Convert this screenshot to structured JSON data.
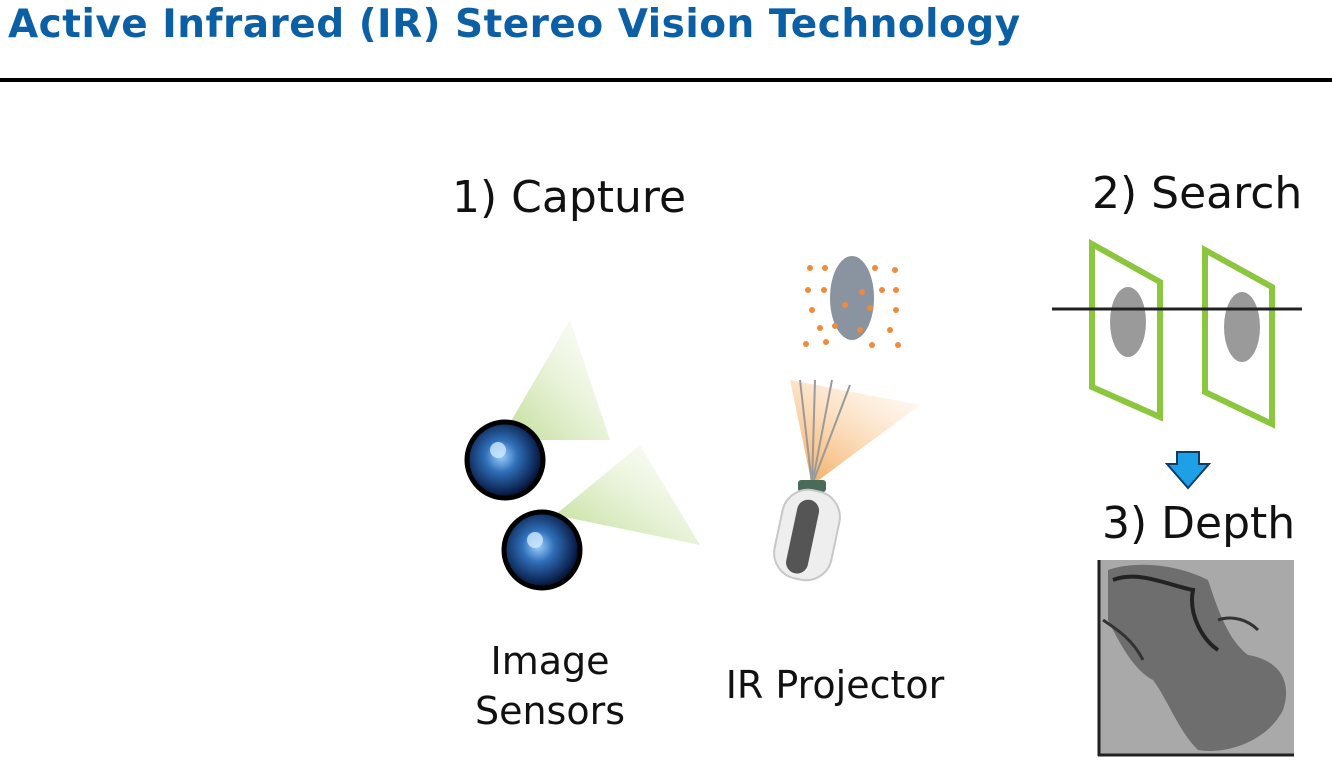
{
  "title": "Active Infrared (IR) Stereo Vision Technology",
  "colors": {
    "title": "#0b5fa5",
    "frame_green": "#8cc63f",
    "ir_orange": "#f39a3c",
    "arrow_blue": "#1ea0e6"
  },
  "steps": {
    "capture": "1) Capture",
    "search": "2) Search",
    "depth": "3) Depth"
  },
  "captions": {
    "image_sensors_line1": "Image",
    "image_sensors_line2": "Sensors",
    "ir_projector": "IR Projector"
  },
  "icons": [
    "camera-lens-icon",
    "camera-lens-icon",
    "ir-projector-icon",
    "dot-pattern-face-icon",
    "stereo-frames-icon",
    "down-arrow-icon",
    "depth-map-icon"
  ]
}
